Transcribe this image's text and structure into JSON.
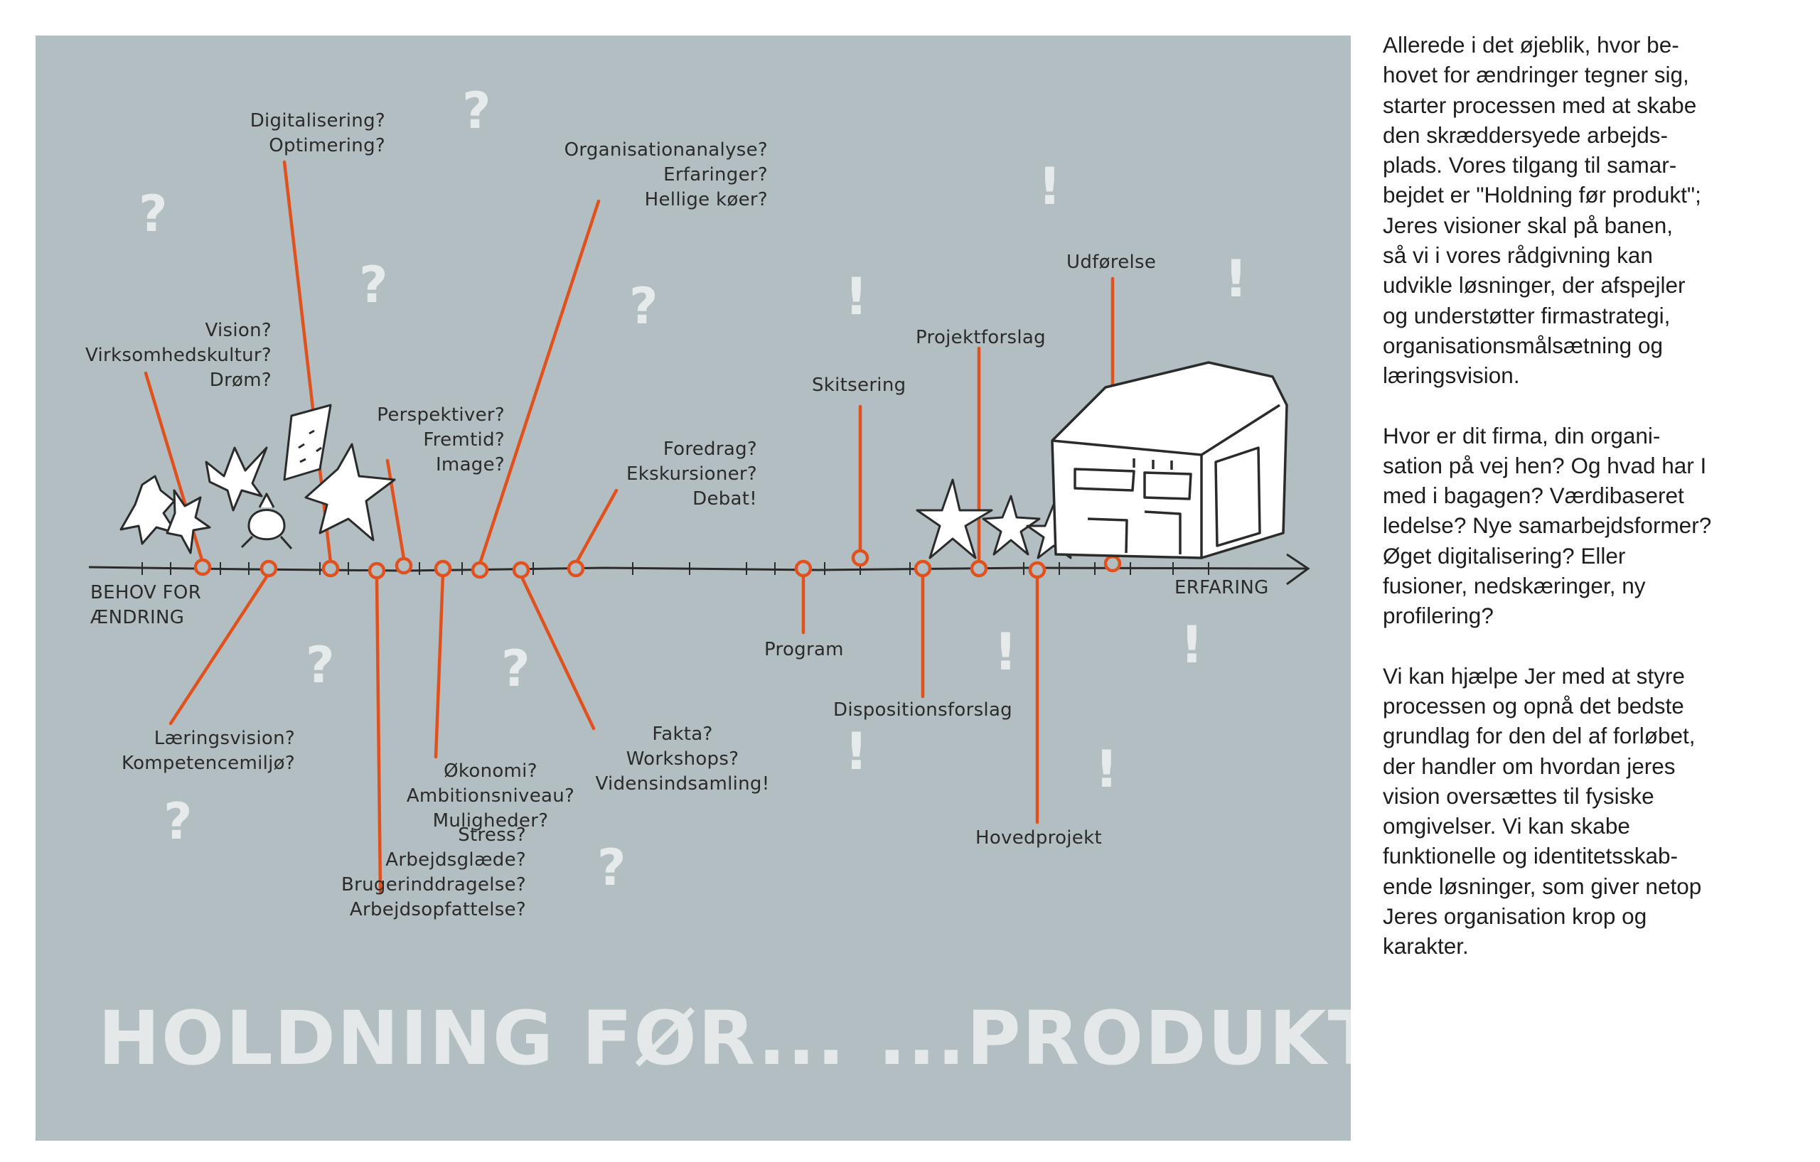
{
  "diagram": {
    "timeline": {
      "start_label": "BEHOV FOR\nÆNDRING",
      "end_label": "ERFARING"
    },
    "labels_above": [
      {
        "id": "vision",
        "text": "Vision?\nVirksomhedskultur?\nDrøm?"
      },
      {
        "id": "digital",
        "text": "Digitalisering?\nOptimering?"
      },
      {
        "id": "perspektiv",
        "text": "Perspektiver?\nFremtid?\nImage?"
      },
      {
        "id": "organisation",
        "text": "Organisationanalyse?\nErfaringer?\nHellige køer?"
      },
      {
        "id": "foredrag",
        "text": "Foredrag?\nEkskursioner?\nDebat!"
      },
      {
        "id": "skitsering",
        "text": "Skitsering"
      },
      {
        "id": "projektforslag",
        "text": "Projektforslag"
      },
      {
        "id": "udforelse",
        "text": "Udførelse"
      }
    ],
    "labels_below": [
      {
        "id": "laering",
        "text": "Læringsvision?\nKompetencemiljø?"
      },
      {
        "id": "stress",
        "text": "Stress?\nArbejdsglæde?\nBrugerinddragelse?\nArbejdsopfattelse?"
      },
      {
        "id": "okonomi",
        "text": "Økonomi?\nAmbitionsniveau?\nMuligheder?"
      },
      {
        "id": "fakta",
        "text": "Fakta?\nWorkshops?\nVidensindsamling!"
      },
      {
        "id": "program",
        "text": "Program"
      },
      {
        "id": "disposition",
        "text": "Dispositionsforslag"
      },
      {
        "id": "hovedprojekt",
        "text": "Hovedprojekt"
      }
    ],
    "question_mark": "?",
    "exclamation_mark": "!",
    "slogan_left": "HOLDNING FØR...",
    "slogan_right": "...PRODUKT"
  },
  "colors": {
    "background": "#b2bec1",
    "accent": "#e0511e",
    "ink": "#2b2b2b",
    "slogan": "#e4e8e9"
  },
  "text_column": {
    "paragraphs": [
      "Allerede i det øjeblik, hvor be-\nhovet for ændringer tegner sig,\nstarter processen med at skabe\nden skræddersyede arbejds-\nplads. Vores tilgang til samar-\nbejdet er \"Holdning før produkt\";\nJeres visioner skal på banen,\nså vi i vores rådgivning kan\nudvikle løsninger, der afspejler\nog understøtter firmastrategi,\norganisationsmålsætning og\nlæringsvision.",
      "Hvor er dit firma, din organi-\nsation på vej hen? Og hvad har I\nmed i bagagen? Værdibaseret\nledelse? Nye samarbejdsformer?\nØget digitalisering? Eller\nfusioner, nedskæringer, ny\nprofilering?",
      "Vi kan hjælpe Jer med at styre\nprocessen og opnå det bedste\ngrundlag for den del af forløbet,\nder handler om hvordan jeres\nvision oversættes til fysiske\nomgivelser. Vi kan skabe\nfunktionelle og identitetsskab-\nende løsninger, som giver netop\nJeres organisation krop og\nkarakter."
    ]
  }
}
